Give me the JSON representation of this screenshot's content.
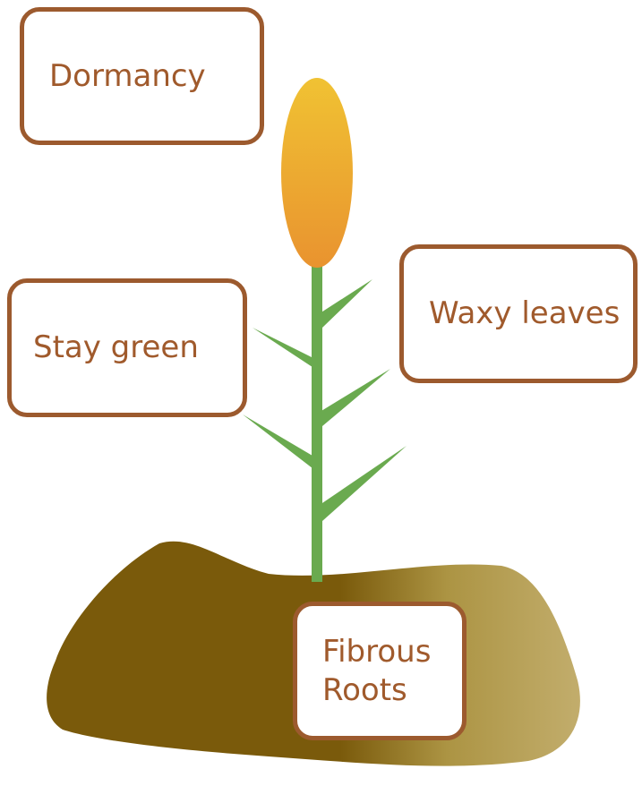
{
  "labels": {
    "dormancy": "Dormancy",
    "stay_green": "Stay green",
    "waxy_leaves": "Waxy leaves",
    "fibrous_roots": "Fibrous\nRoots"
  },
  "colors": {
    "box_border": "#9c5a2e",
    "label_text": "#a05a2c",
    "stem_green": "#6aaa4f",
    "grain_head_top": "#f0c233",
    "grain_head_bottom": "#e9932f",
    "soil_dark": "#7a5a0b",
    "soil_light": "#c2ad6c"
  }
}
